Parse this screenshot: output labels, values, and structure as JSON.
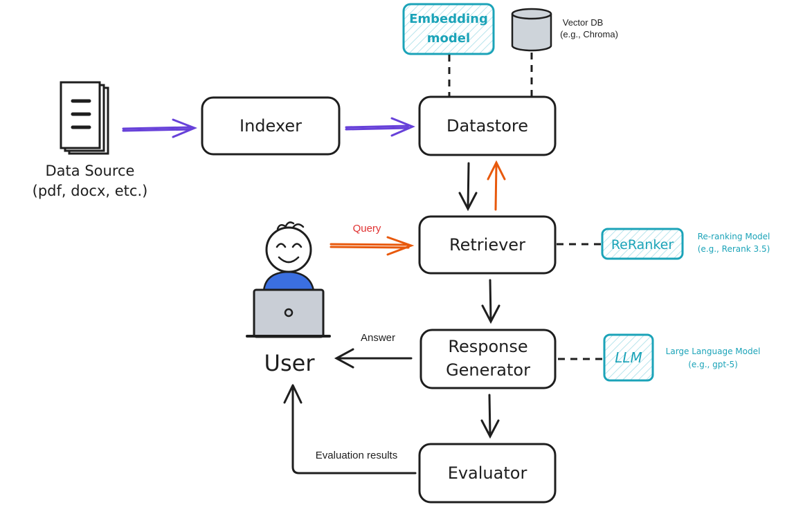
{
  "nodes": {
    "indexer": "Indexer",
    "datastore": "Datastore",
    "retriever": "Retriever",
    "generator_line1": "Response",
    "generator_line2": "Generator",
    "evaluator": "Evaluator",
    "user": "User"
  },
  "data_source": {
    "line1": "Data Source",
    "line2": "(pdf, docx, etc.)"
  },
  "embedding_model": {
    "line1": "Embedding",
    "line2": "model"
  },
  "vector_db": {
    "line1": "Vector DB",
    "line2": "(e.g., Chroma)"
  },
  "reranker": {
    "label": "ReRanker",
    "note_line1": "Re-ranking Model",
    "note_line2": "(e.g., Rerank 3.5)"
  },
  "llm": {
    "label": "LLM",
    "note_line1": "Large Language Model",
    "note_line2": "(e.g., gpt-5)"
  },
  "edges": {
    "query": "Query",
    "answer": "Answer",
    "evaluation": "Evaluation results"
  },
  "colors": {
    "ink": "#1e1e1e",
    "purple_arrow": "#6741d9",
    "orange_arrow": "#e8590c",
    "query_label": "#e03131",
    "teal": "#1ba3b8",
    "teal_fill": "#e3f5f8",
    "user_shirt": "#3b6fe0",
    "laptop": "#c9ced6",
    "cylinder": "#ced4da"
  }
}
